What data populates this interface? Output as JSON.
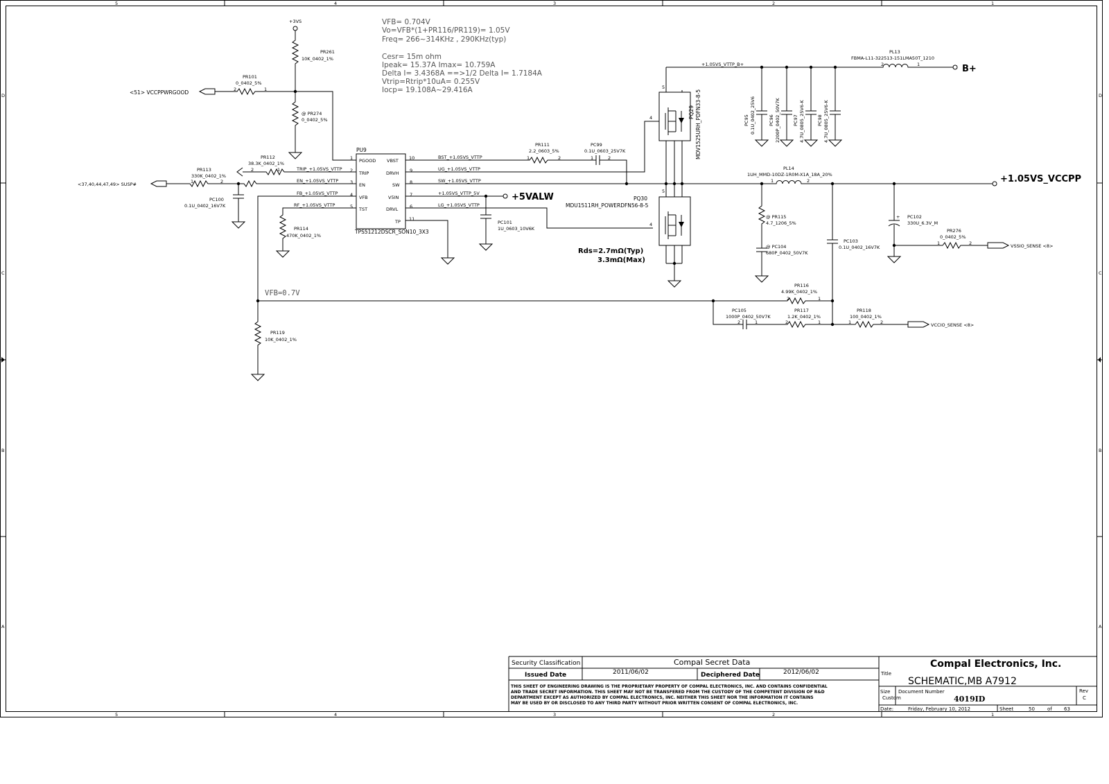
{
  "frame": {
    "col_labels": [
      "5",
      "4",
      "3",
      "2",
      "1"
    ],
    "row_labels": [
      "D",
      "C",
      "B",
      "A"
    ]
  },
  "notes": {
    "vfb": "VFB= 0.704V",
    "vo": "Vo=VFB*(1+PR116/PR119)= 1.05V",
    "freq": "Freq= 266~314KHz , 290KHz(typ)",
    "cesr": "Cesr= 15m ohm",
    "ipeak": "Ipeak= 15.37A  Imax= 10.759A",
    "delta": "Delta I= 3.4368A ==>1/2 Delta I= 1.7184A",
    "vtrip": "Vtrip=Rtrip*10uA= 0.255V",
    "iocp": "Iocp= 19.108A~29.416A",
    "vfb_line": "VFB=0.7V",
    "rds_typ": "Rds=2.7mΩ(Typ)",
    "rds_max": "3.3mΩ(Max)"
  },
  "ic": {
    "ref": "PU9",
    "part": "TPS51212DSCR_SON10_3X3",
    "left_pins": [
      {
        "num": "1",
        "name": "PGOOD"
      },
      {
        "num": "2",
        "name": "TRIP"
      },
      {
        "num": "3",
        "name": "EN"
      },
      {
        "num": "4",
        "name": "VFB"
      },
      {
        "num": "5",
        "name": "TST"
      }
    ],
    "right_pins": [
      {
        "num": "10",
        "name": "VBST"
      },
      {
        "num": "9",
        "name": "DRVH"
      },
      {
        "num": "8",
        "name": "SW"
      },
      {
        "num": "7",
        "name": "V5IN"
      },
      {
        "num": "6",
        "name": "DRVL"
      },
      {
        "num": "11",
        "name": "TP"
      }
    ]
  },
  "nets": {
    "n3vs": "+3VS",
    "vccppwrgood": "<51> VCCPPWRGOOD",
    "susp": "<37,40,44,47,49> SUSP#",
    "trip": "TRIP_+1.05VS_VTTP",
    "en": "EN_+1.05VS_VTTP",
    "fb": "FB_+1.05VS_VTTP",
    "rf": "RF_+1.05VS_VTTP",
    "bst": "BST_+1.05VS_VTTP",
    "ug": "UG_+1.05VS_VTTP",
    "sw": "SW_+1.05VS_VTTP",
    "v5": "+1.05VS_VTTP_5V",
    "lg": "LG_+1.05VS_VTTP",
    "bplus_net": "+1.05VS_VTTP_B+",
    "v5alw": "+5VALW",
    "bplus": "B+",
    "vccpp": "+1.05VS_VCCPP",
    "vssio": "VSSIO_SENSE  <8>",
    "vccio": "VCCIO_SENSE  <8>"
  },
  "parts": {
    "pr261": {
      "ref": "PR261",
      "val": "10K_0402_1%"
    },
    "pr101": {
      "ref": "PR101",
      "val": "0_0402_5%"
    },
    "pr274": {
      "ref": "@ PR274",
      "val": "0_0402_5%"
    },
    "pr112": {
      "ref": "PR112",
      "val": "38.3K_0402_1%"
    },
    "pr113": {
      "ref": "PR113",
      "val": "330K_0402_1%"
    },
    "pc100": {
      "ref": "PC100",
      "val": "0.1U_0402_16V7K"
    },
    "pr114": {
      "ref": "PR114",
      "val": "470K_0402_1%"
    },
    "pr111": {
      "ref": "PR111",
      "val": "2.2_0603_5%"
    },
    "pc99": {
      "ref": "PC99",
      "val": "0.1U_0603_25V7K"
    },
    "pc101": {
      "ref": "PC101",
      "val": "1U_0603_10V6K"
    },
    "pq29": {
      "ref": "PQ29",
      "val": "MDV1525URH_PDFN33-8-5"
    },
    "pq30": {
      "ref": "PQ30",
      "val": "MDU1511RH_POWERDFN56-8-5"
    },
    "pc95": {
      "ref": "PC95",
      "val": "0.1U_0402_25V6"
    },
    "pc96": {
      "ref": "PC96",
      "val": "2200P_0402_50V7K"
    },
    "pc97": {
      "ref": "PC97",
      "val": "4.7U_0805_25V6-K"
    },
    "pc98": {
      "ref": "PC98",
      "val": "4.7U_0805_25V6-K"
    },
    "pl13": {
      "ref": "PL13",
      "val": "FBMA-L11-322513-151LMA50T_1210"
    },
    "pl14": {
      "ref": "PL14",
      "val": "1UH_MMD-10DZ-1R0M-X1A_18A_20%"
    },
    "pr115": {
      "ref": "@ PR115",
      "val": "4.7_1206_5%"
    },
    "pc104": {
      "ref": "@ PC104",
      "val": "680P_0402_50V7K"
    },
    "pc103": {
      "ref": "PC103",
      "val": "0.1U_0402_16V7K"
    },
    "pc102": {
      "ref": "PC102",
      "val": "330U_6.3V_M"
    },
    "pr276": {
      "ref": "PR276",
      "val": "0_0402_5%"
    },
    "pr116": {
      "ref": "PR116",
      "val": "4.99K_0402_1%"
    },
    "pc105": {
      "ref": "PC105",
      "val": "1000P_0402_50V7K"
    },
    "pr117": {
      "ref": "PR117",
      "val": "1.2K_0402_1%"
    },
    "pr118": {
      "ref": "PR118",
      "val": "100_0402_1%"
    },
    "pr119": {
      "ref": "PR119",
      "val": "10K_0402_1%"
    }
  },
  "titleblock": {
    "security_label": "Security Classification",
    "security_value": "Compal Secret Data",
    "issued_label": "Issued Date",
    "issued_value": "2011/06/02",
    "deciphered_label": "Deciphered Date",
    "deciphered_value": "2012/06/02",
    "company": "Compal Electronics, Inc.",
    "title_label": "Title",
    "title_value": "SCHEMATIC,MB A7912",
    "notice_lines": [
      "THIS SHEET OF ENGINEERING DRAWING IS THE PROPRIETARY PROPERTY OF COMPAL ELECTRONICS, INC. AND CONTAINS CONFIDENTIAL",
      "AND TRADE SECRET INFORMATION. THIS SHEET MAY NOT BE TRANSFERED FROM THE CUSTODY OF THE COMPETENT DIVISION OF R&D",
      "DEPARTMENT EXCEPT AS AUTHORIZED BY COMPAL ELECTRONICS, INC. NEITHER THIS SHEET NOR THE INFORMATION IT CONTAINS",
      "MAY BE USED BY OR DISCLOSED TO ANY THIRD PARTY WITHOUT PRIOR WRITTEN CONSENT OF COMPAL ELECTRONICS, INC."
    ],
    "size_label": "Size",
    "size_value": "Custom",
    "docnum_label": "Document Number",
    "docnum_value": "4019ID",
    "rev_label": "Rev",
    "rev_value": "C",
    "date_label": "Date:",
    "date_value": "Friday, February 10, 2012",
    "sheet_label": "Sheet",
    "sheet_num": "50",
    "of_label": "of",
    "sheet_total": "63"
  }
}
